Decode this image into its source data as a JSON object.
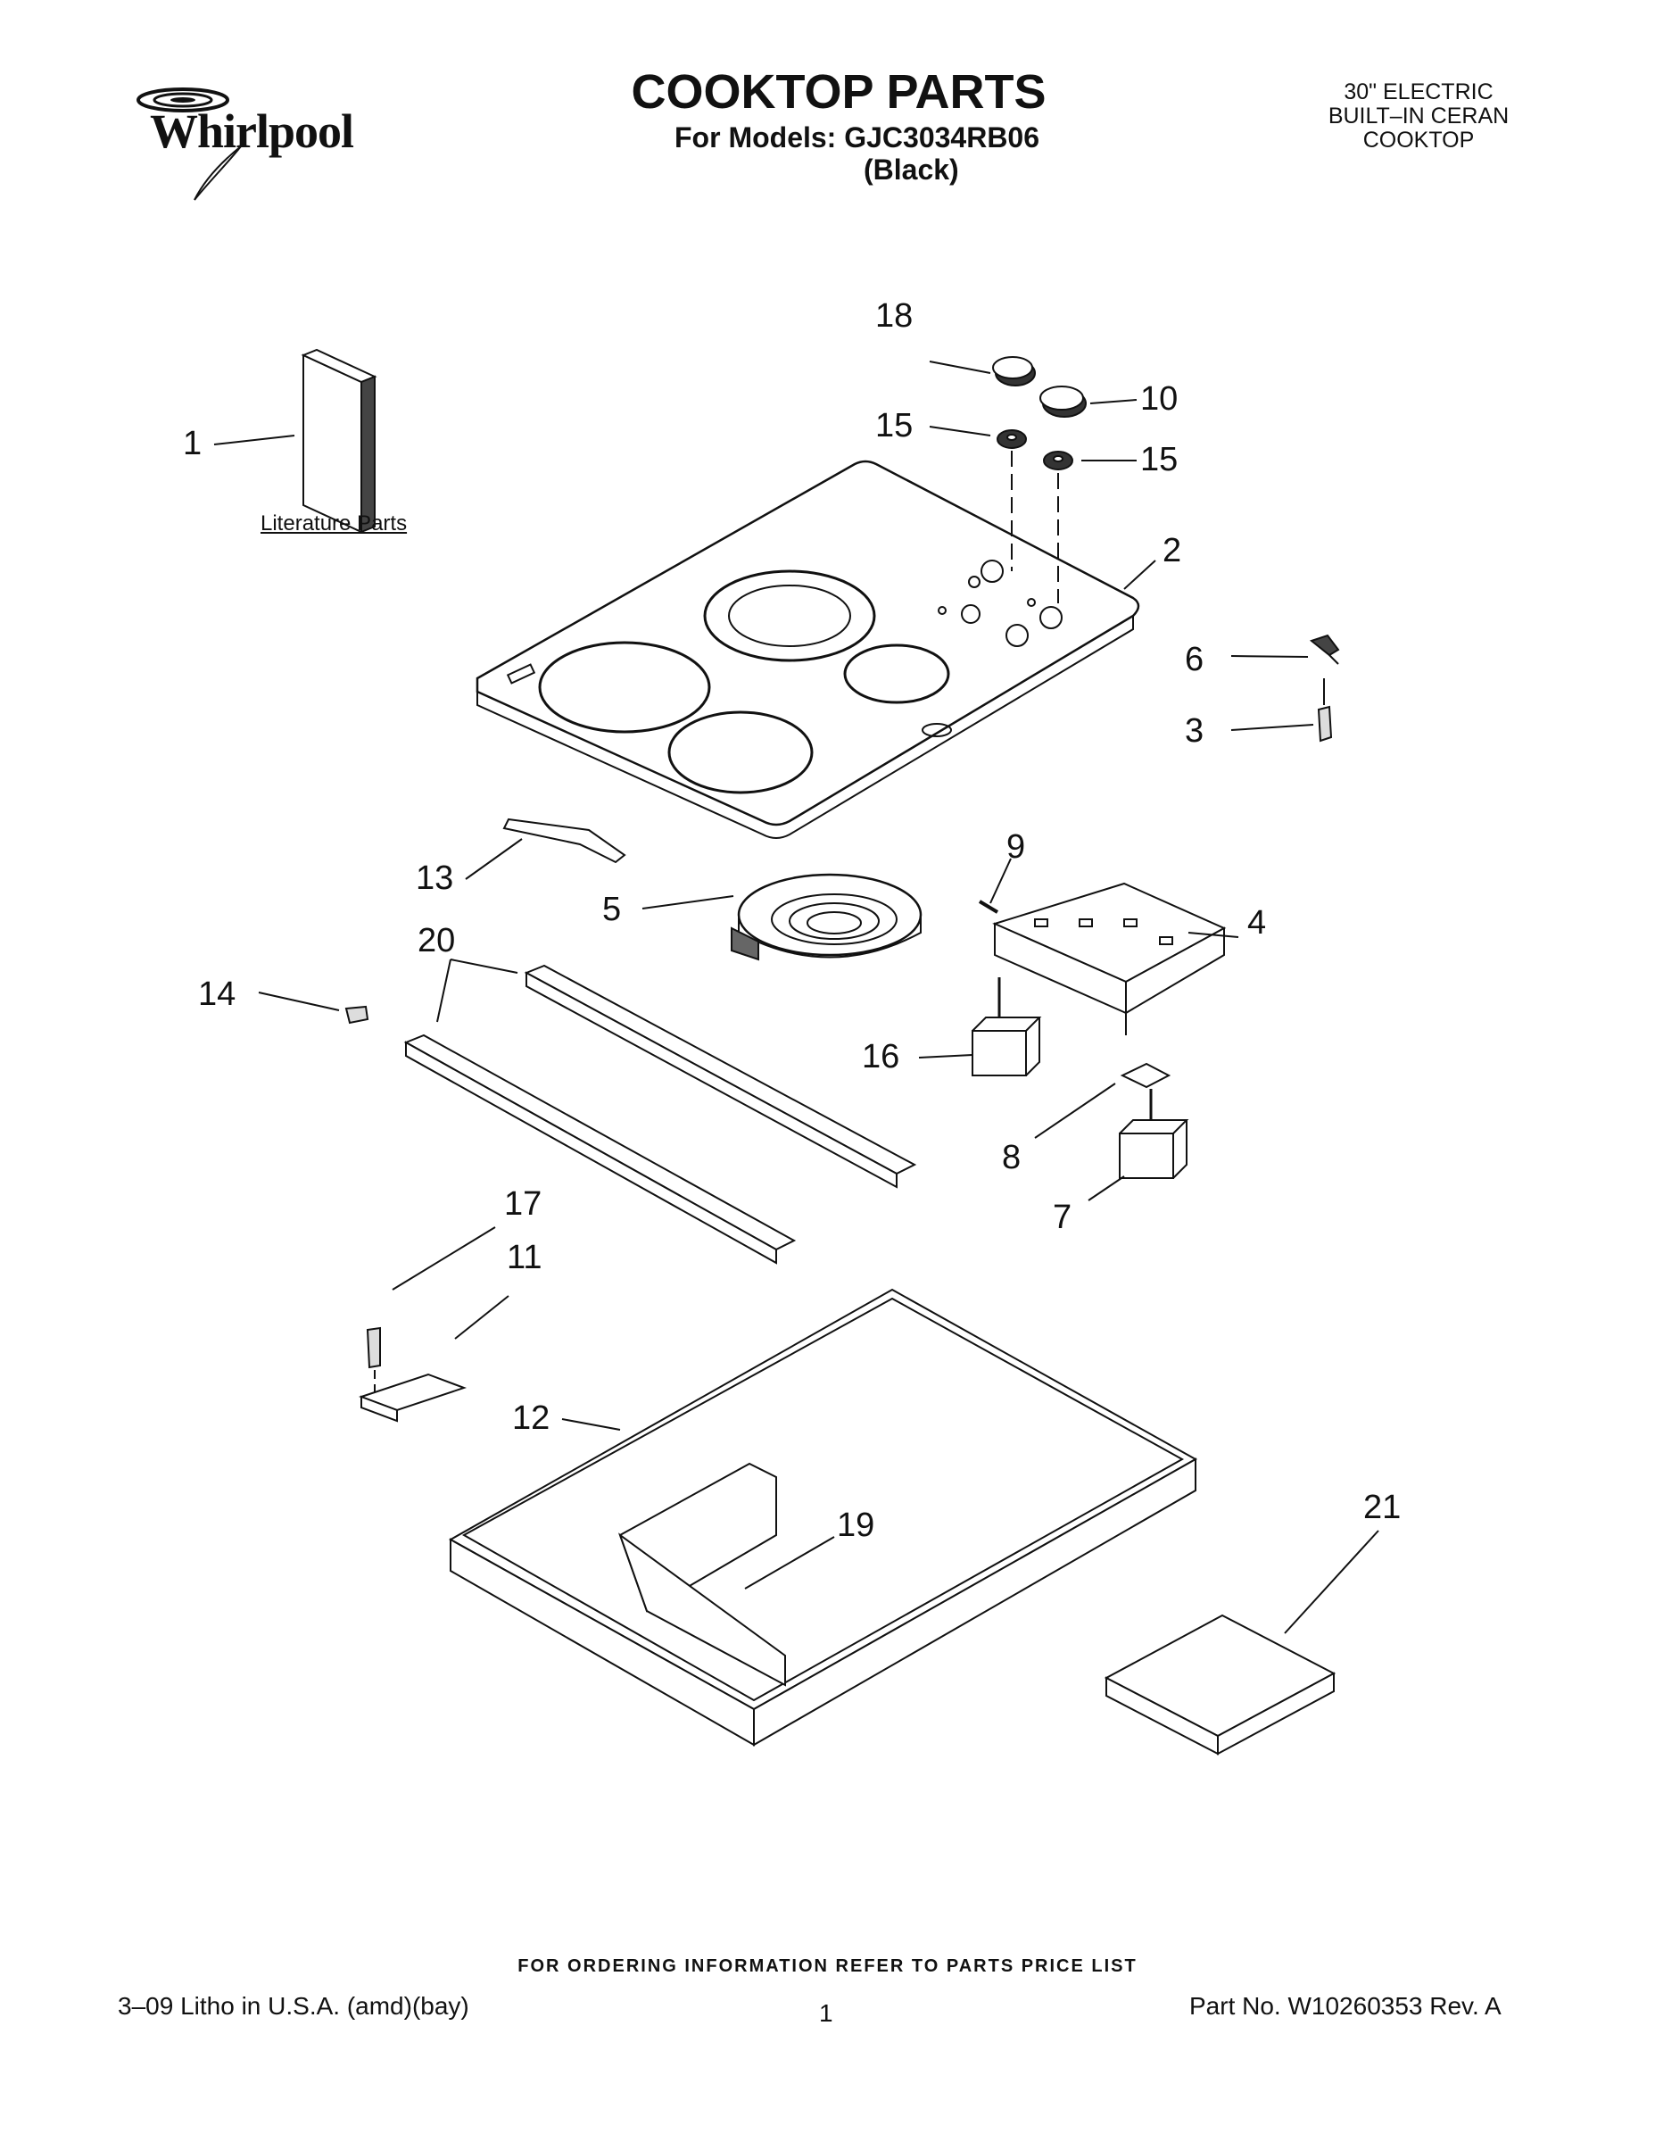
{
  "header": {
    "brand": "Whirlpool",
    "title": "COOKTOP PARTS",
    "models_line": "For Models: GJC3034RB06",
    "color_line": "(Black)",
    "description": [
      "30\" ELECTRIC",
      "BUILT–IN CERAN",
      "COOKTOP"
    ]
  },
  "diagram": {
    "literature_label": "Literature Parts",
    "callouts": [
      "1",
      "2",
      "3",
      "4",
      "5",
      "6",
      "7",
      "8",
      "9",
      "10",
      "11",
      "12",
      "13",
      "14",
      "15",
      "15",
      "16",
      "17",
      "18",
      "19",
      "20",
      "21"
    ]
  },
  "footer": {
    "ordering_note": "FOR ORDERING INFORMATION REFER TO PARTS PRICE LIST",
    "litho": "3–09 Litho in U.S.A. (amd)(bay)",
    "page": "1",
    "part_no": "Part No. W10260353 Rev. A"
  }
}
